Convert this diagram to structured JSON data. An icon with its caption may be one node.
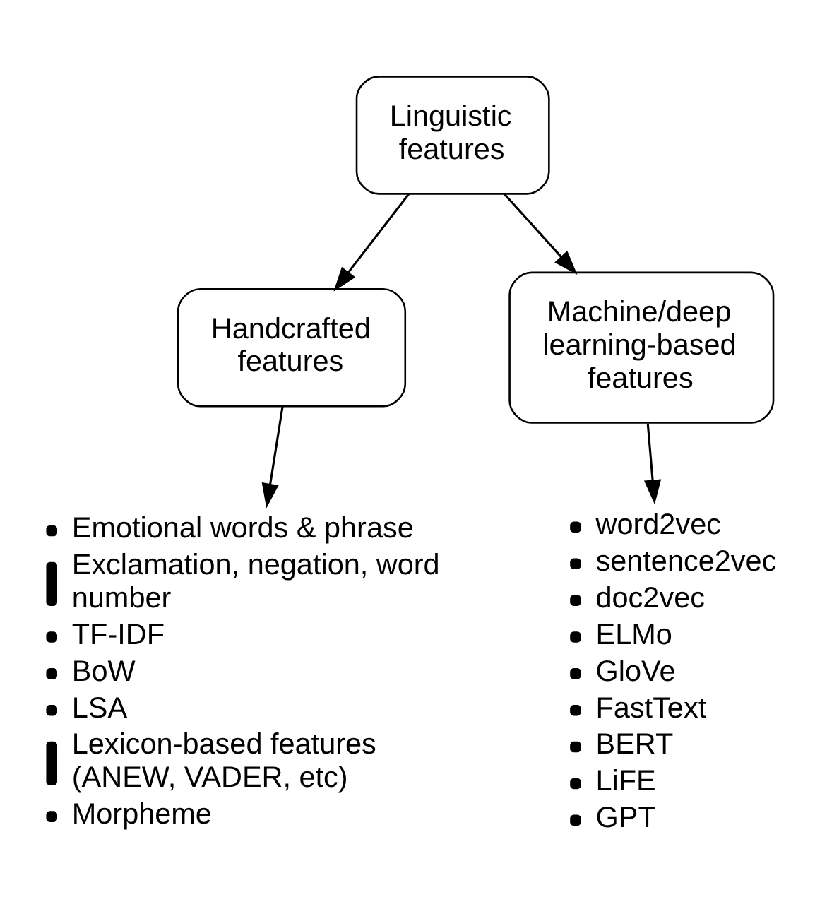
{
  "diagram": {
    "nodes": [
      {
        "text": [
          "Linguistic features"
        ]
      },
      {
        "text": [
          "Handcrafted features"
        ]
      },
      {
        "text": [
          "Machine/deep learning-based features"
        ]
      },
      {
        "text": [
          "Emotional words & phrase",
          "Exclamation, negation, word number",
          "TF-IDF",
          "BoW",
          "LSA",
          "Lexicon-based features (ANEW, VADER, etc)",
          "Morpheme"
        ]
      },
      {
        "text": [
          "word2vec",
          "sentence2vec",
          "doc2vec",
          "ELMo",
          "GloVe",
          "FastText",
          "BERT",
          "LiFE",
          "GPT"
        ]
      }
    ],
    "edges": [
      {
        "from": 0,
        "to": 1,
        "arrow": "to"
      },
      {
        "from": 0,
        "to": 2,
        "arrow": "to"
      },
      {
        "from": 1,
        "to": 3,
        "arrow": "to"
      },
      {
        "from": 2,
        "to": 4,
        "arrow": "to"
      }
    ]
  }
}
